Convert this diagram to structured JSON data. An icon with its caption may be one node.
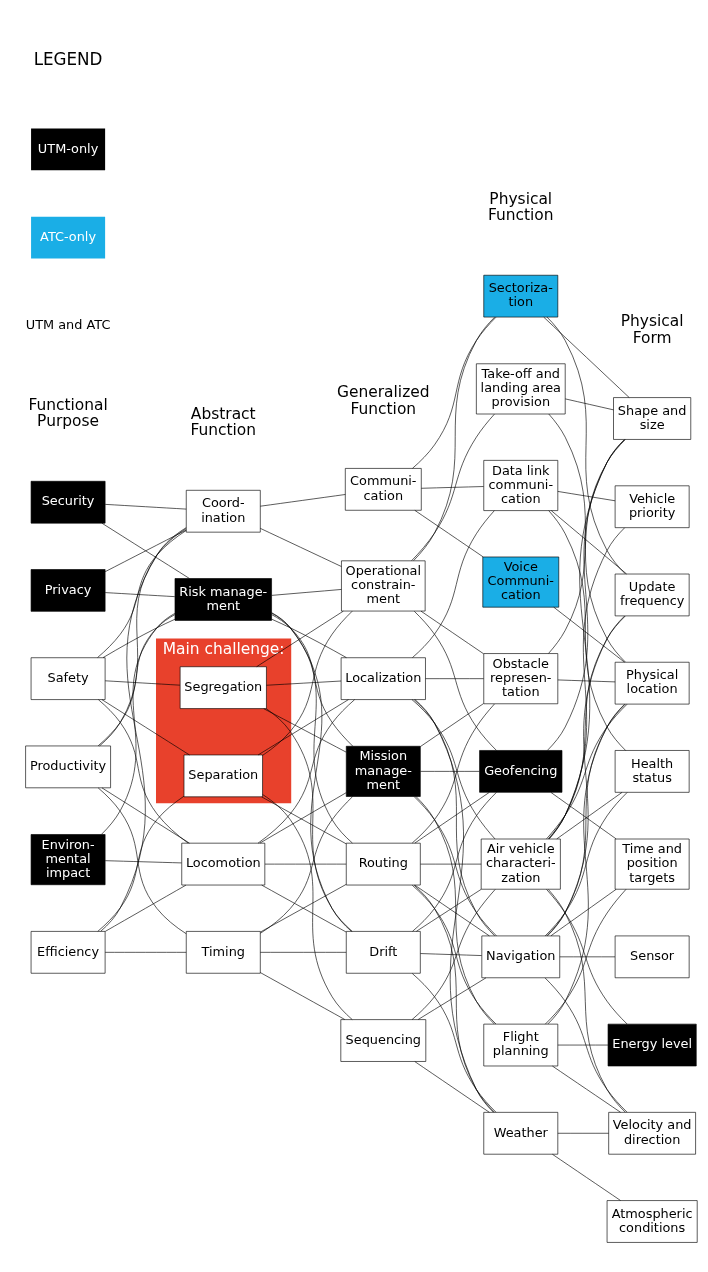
{
  "diagram": {
    "nodes": [
      {
        "text": [
          "Productivity"
        ]
      },
      {
        "text": [
          "Safety"
        ]
      },
      {
        "text": [
          "Privacy"
        ]
      },
      {
        "text": [
          "Environ- mental impact"
        ]
      },
      {
        "text": [
          "Security"
        ]
      },
      {
        "text": [
          "Efficiency"
        ]
      },
      {
        "text": [
          "Coord- ination"
        ]
      },
      {
        "text": [
          "Main challenge:"
        ]
      },
      {
        "text": [
          "Segregation"
        ],
        "in": 7
      },
      {
        "text": [
          "Separation"
        ],
        "in": 7
      },
      {
        "text": [
          "Locomotion"
        ]
      },
      {
        "text": [
          "Risk manage- ment"
        ]
      },
      {
        "text": [
          "Timing"
        ]
      },
      {
        "text": [
          "Communi- cation"
        ]
      },
      {
        "text": [
          "Operational constrain- ment"
        ]
      },
      {
        "text": [
          "Localization"
        ]
      },
      {
        "text": [
          "Mission manage- ment"
        ]
      },
      {
        "text": [
          "Drift"
        ]
      },
      {
        "text": [
          "Sequencing"
        ]
      },
      {
        "text": [
          "Routing"
        ]
      },
      {
        "text": [
          "Voice Communi- cation"
        ]
      },
      {
        "text": [
          "Sectoriza- tion"
        ]
      },
      {
        "text": [
          "Geofencing"
        ]
      },
      {
        "text": [
          "Take-off and landing area provision"
        ]
      },
      {
        "text": [
          "Data link communi- cation"
        ]
      },
      {
        "text": [
          "Obstacle represen- tation"
        ]
      },
      {
        "text": [
          "Air vehicle characteri- zation"
        ]
      },
      {
        "text": [
          "Weather"
        ]
      },
      {
        "text": [
          "Flight planning"
        ]
      },
      {
        "text": [
          "Navigation"
        ]
      },
      {
        "text": [
          "Vehicle priority"
        ]
      },
      {
        "text": [
          "Shape and size"
        ]
      },
      {
        "text": [
          "Update frequency"
        ]
      },
      {
        "text": [
          "Health status"
        ]
      },
      {
        "text": [
          "Physical location"
        ]
      },
      {
        "text": [
          "Velocity and direction"
        ]
      },
      {
        "text": [
          "Atmospheric conditions"
        ]
      },
      {
        "text": [
          "Energy level"
        ]
      },
      {
        "text": [
          "Time and position targets"
        ]
      },
      {
        "text": [
          "Sensor"
        ]
      }
    ],
    "edges": [
      {
        "from": 0,
        "to": 6,
        "arrow": "none"
      },
      {
        "from": 0,
        "to": 11,
        "arrow": "none"
      },
      {
        "from": 0,
        "to": 10,
        "arrow": "none"
      },
      {
        "from": 0,
        "to": 12,
        "arrow": "none"
      },
      {
        "from": 1,
        "to": 9,
        "arrow": "none"
      },
      {
        "from": 1,
        "to": 8,
        "arrow": "none"
      },
      {
        "from": 1,
        "to": 6,
        "arrow": "none"
      },
      {
        "from": 1,
        "to": 11,
        "arrow": "none"
      },
      {
        "from": 1,
        "to": 10,
        "arrow": "none"
      },
      {
        "from": 2,
        "to": 11,
        "arrow": "none"
      },
      {
        "from": 2,
        "to": 6,
        "arrow": "none"
      },
      {
        "from": 3,
        "to": 11,
        "arrow": "none"
      },
      {
        "from": 3,
        "to": 10,
        "arrow": "none"
      },
      {
        "from": 4,
        "to": 11,
        "arrow": "none"
      },
      {
        "from": 4,
        "to": 6,
        "arrow": "none"
      },
      {
        "from": 5,
        "to": 12,
        "arrow": "none"
      },
      {
        "from": 5,
        "to": 10,
        "arrow": "none"
      },
      {
        "from": 5,
        "to": 6,
        "arrow": "none"
      },
      {
        "from": 5,
        "to": 9,
        "arrow": "none"
      },
      {
        "from": 6,
        "to": 13,
        "arrow": "none"
      },
      {
        "from": 6,
        "to": 14,
        "arrow": "none"
      },
      {
        "from": 8,
        "to": 14,
        "arrow": "none"
      },
      {
        "from": 8,
        "to": 15,
        "arrow": "none"
      },
      {
        "from": 8,
        "to": 17,
        "arrow": "none"
      },
      {
        "from": 8,
        "to": 16,
        "arrow": "none"
      },
      {
        "from": 9,
        "to": 15,
        "arrow": "none"
      },
      {
        "from": 9,
        "to": 14,
        "arrow": "none"
      },
      {
        "from": 9,
        "to": 19,
        "arrow": "none"
      },
      {
        "from": 9,
        "to": 18,
        "arrow": "none"
      },
      {
        "from": 10,
        "to": 17,
        "arrow": "none"
      },
      {
        "from": 10,
        "to": 15,
        "arrow": "none"
      },
      {
        "from": 10,
        "to": 16,
        "arrow": "none"
      },
      {
        "from": 10,
        "to": 19,
        "arrow": "none"
      },
      {
        "from": 11,
        "to": 19,
        "arrow": "none"
      },
      {
        "from": 11,
        "to": 17,
        "arrow": "none"
      },
      {
        "from": 11,
        "to": 16,
        "arrow": "none"
      },
      {
        "from": 11,
        "to": 15,
        "arrow": "none"
      },
      {
        "from": 11,
        "to": 14,
        "arrow": "none"
      },
      {
        "from": 12,
        "to": 19,
        "arrow": "none"
      },
      {
        "from": 12,
        "to": 18,
        "arrow": "none"
      },
      {
        "from": 12,
        "to": 17,
        "arrow": "none"
      },
      {
        "from": 12,
        "to": 16,
        "arrow": "none"
      },
      {
        "from": 13,
        "to": 20,
        "arrow": "none"
      },
      {
        "from": 13,
        "to": 21,
        "arrow": "none"
      },
      {
        "from": 13,
        "to": 24,
        "arrow": "none"
      },
      {
        "from": 14,
        "to": 22,
        "arrow": "none"
      },
      {
        "from": 14,
        "to": 21,
        "arrow": "none"
      },
      {
        "from": 14,
        "to": 23,
        "arrow": "none"
      },
      {
        "from": 14,
        "to": 25,
        "arrow": "none"
      },
      {
        "from": 15,
        "to": 24,
        "arrow": "none"
      },
      {
        "from": 15,
        "to": 25,
        "arrow": "none"
      },
      {
        "from": 15,
        "to": 26,
        "arrow": "none"
      },
      {
        "from": 15,
        "to": 29,
        "arrow": "none"
      },
      {
        "from": 15,
        "to": 27,
        "arrow": "none"
      },
      {
        "from": 16,
        "to": 25,
        "arrow": "none"
      },
      {
        "from": 16,
        "to": 22,
        "arrow": "none"
      },
      {
        "from": 16,
        "to": 28,
        "arrow": "none"
      },
      {
        "from": 16,
        "to": 29,
        "arrow": "none"
      },
      {
        "from": 17,
        "to": 26,
        "arrow": "none"
      },
      {
        "from": 17,
        "to": 27,
        "arrow": "none"
      },
      {
        "from": 17,
        "to": 29,
        "arrow": "none"
      },
      {
        "from": 17,
        "to": 22,
        "arrow": "none"
      },
      {
        "from": 18,
        "to": 27,
        "arrow": "none"
      },
      {
        "from": 18,
        "to": 26,
        "arrow": "none"
      },
      {
        "from": 18,
        "to": 29,
        "arrow": "none"
      },
      {
        "from": 19,
        "to": 28,
        "arrow": "none"
      },
      {
        "from": 19,
        "to": 27,
        "arrow": "none"
      },
      {
        "from": 19,
        "to": 26,
        "arrow": "none"
      },
      {
        "from": 19,
        "to": 25,
        "arrow": "none"
      },
      {
        "from": 19,
        "to": 29,
        "arrow": "none"
      },
      {
        "from": 19,
        "to": 22,
        "arrow": "none"
      },
      {
        "from": 20,
        "to": 34,
        "arrow": "none"
      },
      {
        "from": 21,
        "to": 31,
        "arrow": "none"
      },
      {
        "from": 21,
        "to": 32,
        "arrow": "none"
      },
      {
        "from": 22,
        "to": 31,
        "arrow": "none"
      },
      {
        "from": 22,
        "to": 38,
        "arrow": "none"
      },
      {
        "from": 23,
        "to": 34,
        "arrow": "none"
      },
      {
        "from": 23,
        "to": 31,
        "arrow": "none"
      },
      {
        "from": 24,
        "to": 33,
        "arrow": "none"
      },
      {
        "from": 24,
        "to": 32,
        "arrow": "none"
      },
      {
        "from": 24,
        "to": 30,
        "arrow": "none"
      },
      {
        "from": 25,
        "to": 34,
        "arrow": "none"
      },
      {
        "from": 25,
        "to": 31,
        "arrow": "none"
      },
      {
        "from": 26,
        "to": 37,
        "arrow": "none"
      },
      {
        "from": 26,
        "to": 35,
        "arrow": "none"
      },
      {
        "from": 26,
        "to": 34,
        "arrow": "none"
      },
      {
        "from": 26,
        "to": 33,
        "arrow": "none"
      },
      {
        "from": 26,
        "to": 31,
        "arrow": "none"
      },
      {
        "from": 26,
        "to": 30,
        "arrow": "none"
      },
      {
        "from": 26,
        "to": 32,
        "arrow": "none"
      },
      {
        "from": 27,
        "to": 36,
        "arrow": "none"
      },
      {
        "from": 27,
        "to": 35,
        "arrow": "none"
      },
      {
        "from": 28,
        "to": 38,
        "arrow": "none"
      },
      {
        "from": 28,
        "to": 37,
        "arrow": "none"
      },
      {
        "from": 28,
        "to": 35,
        "arrow": "none"
      },
      {
        "from": 28,
        "to": 34,
        "arrow": "none"
      },
      {
        "from": 29,
        "to": 39,
        "arrow": "none"
      },
      {
        "from": 29,
        "to": 38,
        "arrow": "none"
      },
      {
        "from": 29,
        "to": 34,
        "arrow": "none"
      },
      {
        "from": 29,
        "to": 35,
        "arrow": "none"
      },
      {
        "from": 29,
        "to": 33,
        "arrow": "none"
      },
      {
        "from": 29,
        "to": 32,
        "arrow": "none"
      }
    ],
    "labels": [
      "LEGEND",
      "Functional Purpose",
      "Abstract Function",
      "Generalized Function",
      "Physical Function",
      "Physical Form"
    ],
    "legend": [
      {
        "text": "UTM-only",
        "color": "#000000"
      },
      {
        "text": "ATC-only",
        "color": "#1aaee6"
      },
      {
        "text": "UTM and ATC",
        "color": "#ffffff"
      }
    ]
  }
}
